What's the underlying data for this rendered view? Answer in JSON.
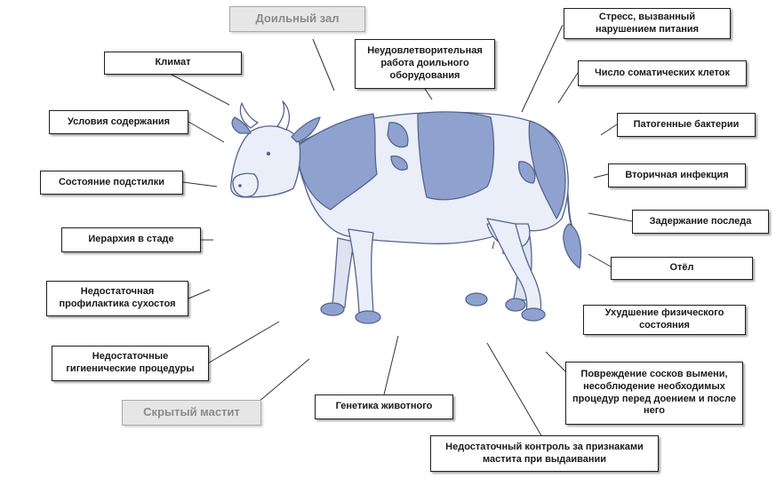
{
  "labels": {
    "milking_parlor": "Доильный зал",
    "equipment": "Неудовлетворительная работа доильного оборудования",
    "nutrition_stress": "Стресс, вызванный нарушением питания",
    "climate": "Климат",
    "somatic_cells": "Число соматических клеток",
    "housing": "Условия содержания",
    "pathogenic_bacteria": "Патогенные бактерии",
    "bedding": "Состояние подстилки",
    "secondary_infection": "Вторичная инфекция",
    "placenta_retention": "Задержание последа",
    "herd_hierarchy": "Иерархия в стаде",
    "calving": "Отёл",
    "dry_prophylaxis": "Недостаточная профилактика сухостоя",
    "condition": "Ухудшение физического состояния",
    "hygiene": "Недостаточные гигиенические процедуры",
    "teat_damage": "Повреждение сосков вымени, несоблюдение необходимых процедур перед доением и после него",
    "subclinical_mastitis": "Скрытый мастит",
    "genetics": "Генетика животного",
    "control": "Недостаточный контроль за признаками мастита при выдаивании"
  },
  "colors": {
    "cow_light": "#eaeef8",
    "cow_spot": "#8fa2cf",
    "cow_outline": "#55648e"
  }
}
